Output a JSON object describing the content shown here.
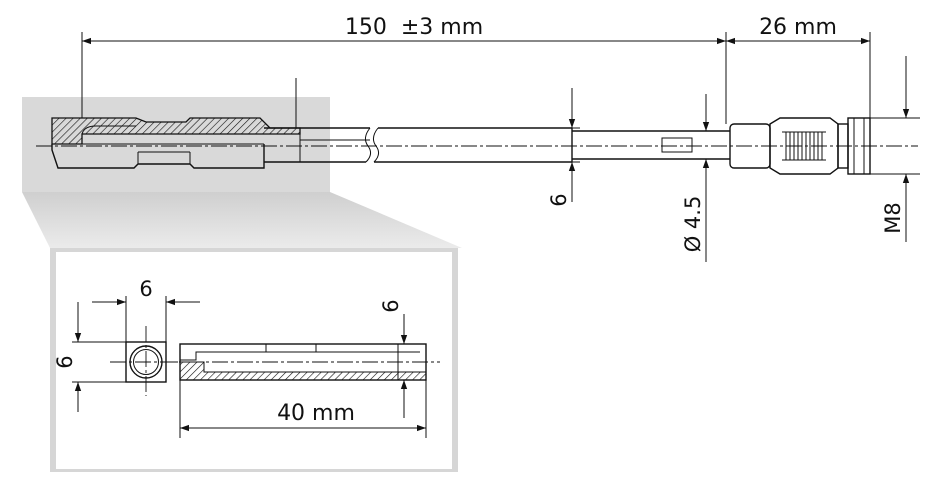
{
  "labels": {
    "overall_length": "150  ±3 mm",
    "connector_length": "26 mm",
    "tip_height": "6",
    "shaft_diameter": "Ø 4.5",
    "thread": "M8",
    "detail_width": "6",
    "detail_height": "6",
    "detail_slot_depth": "6",
    "detail_length": "40 mm"
  },
  "colors": {
    "detail_background": "#d9d9d9",
    "hatch": "#111111",
    "line": "#111111"
  }
}
